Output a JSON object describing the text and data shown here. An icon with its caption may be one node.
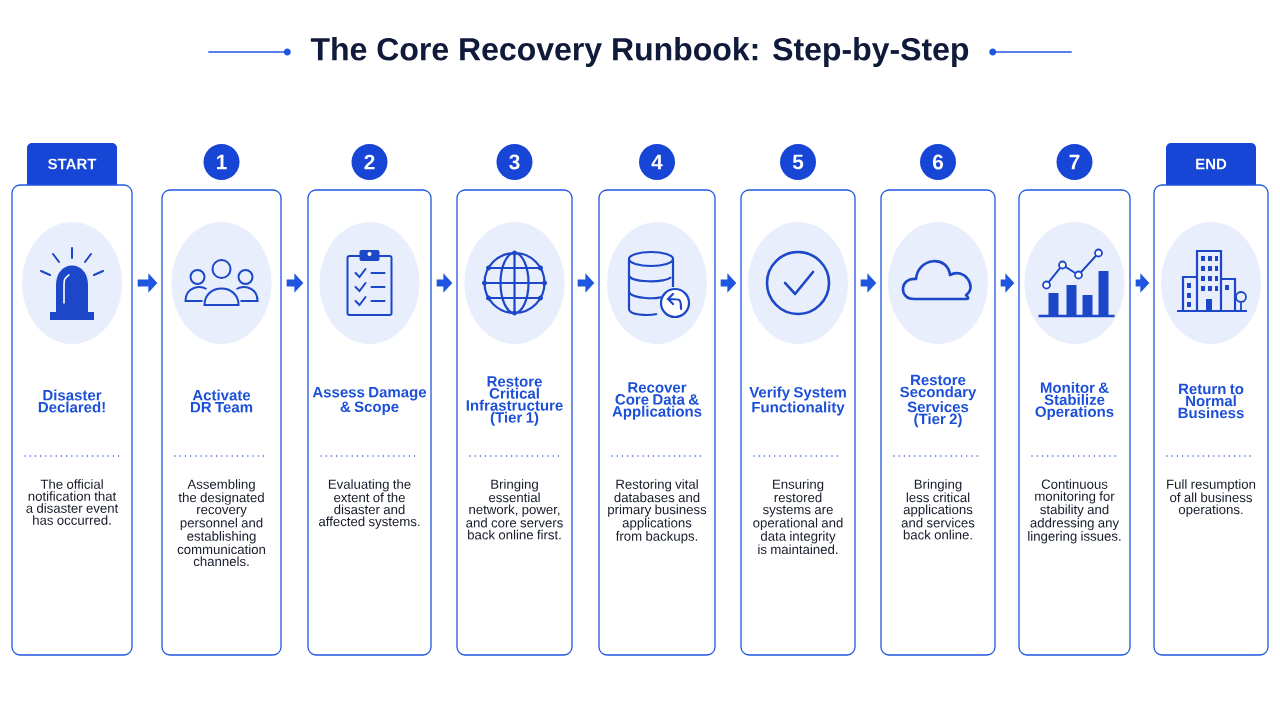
{
  "diagram": {
    "title": "The Core Recovery Runbook: Step-by-Step",
    "nodes": [
      {
        "text": [
          "Disaster Declared!",
          "The official notification that a disaster event has occurred."
        ],
        "beside": [
          "START"
        ]
      },
      {
        "text": [
          "Activate DR Team",
          "Assembling the designated recovery personnel and establishing communication channels."
        ],
        "beside": [
          "1"
        ]
      },
      {
        "text": [
          "Assess Damage & Scope",
          "Evaluating the extent of the disaster and affected systems."
        ],
        "beside": [
          "2"
        ]
      },
      {
        "text": [
          "Restore Critical Infrastructure (Tier 1)",
          "Bringing essential network, power, and core servers back online first."
        ],
        "beside": [
          "3"
        ]
      },
      {
        "text": [
          "Recover Core Data & Applications",
          "Restoring vital databases and primary business applications from backups."
        ],
        "beside": [
          "4"
        ]
      },
      {
        "text": [
          "Verify System Functionality",
          "Ensuring restored systems are operational and data integrity is maintained."
        ],
        "beside": [
          "5"
        ]
      },
      {
        "text": [
          "Restore Secondary Services (Tier 2)",
          "Bringing less critical applications and services back online."
        ],
        "beside": [
          "6"
        ]
      },
      {
        "text": [
          "Monitor & Stabilize Operations",
          "Continuous monitoring for stability and addressing any lingering issues."
        ],
        "beside": [
          "7"
        ]
      },
      {
        "text": [
          "Return to Normal Business",
          "Full resumption of all business operations."
        ],
        "beside": [
          "END"
        ]
      }
    ],
    "edges": [
      {
        "from": 0,
        "to": 1,
        "arrow": "to"
      },
      {
        "from": 1,
        "to": 2,
        "arrow": "to"
      },
      {
        "from": 2,
        "to": 3,
        "arrow": "to"
      },
      {
        "from": 3,
        "to": 4,
        "arrow": "to"
      },
      {
        "from": 4,
        "to": 5,
        "arrow": "to"
      },
      {
        "from": 5,
        "to": 6,
        "arrow": "to"
      },
      {
        "from": 6,
        "to": 7,
        "arrow": "to"
      },
      {
        "from": 7,
        "to": 8,
        "arrow": "to"
      }
    ]
  }
}
